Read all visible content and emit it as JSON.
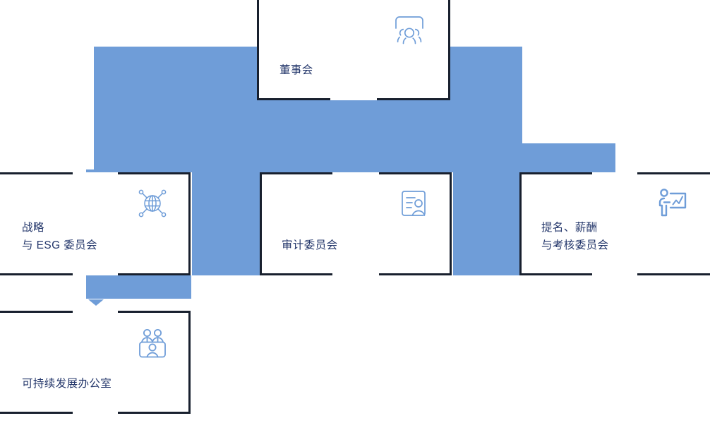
{
  "diagram": {
    "type": "org-chart",
    "title": "",
    "colors": {
      "connector": "#6f9dd8",
      "card_border": "#18202e",
      "card_background": "#ffffff",
      "label_text": "#24376b",
      "icon_stroke": "#6f9dd8",
      "page_background": "#ffffff"
    },
    "nodes": [
      {
        "id": "board",
        "label": "董事会",
        "icon": "group-people-icon",
        "level": 1
      },
      {
        "id": "strategy",
        "label": "战略\n与 ESG 委员会",
        "icon": "globe-network-icon",
        "level": 2
      },
      {
        "id": "audit",
        "label": "审计委员会",
        "icon": "document-person-icon",
        "level": 2
      },
      {
        "id": "nomination",
        "label": "提名、薪酬\n与考核委员会",
        "icon": "presenter-chart-icon",
        "level": 2
      },
      {
        "id": "sustainability",
        "label": "可持续发展办公室",
        "icon": "team-board-icon",
        "level": 3
      }
    ],
    "edges": [
      {
        "from": "board",
        "to": "strategy"
      },
      {
        "from": "board",
        "to": "audit"
      },
      {
        "from": "board",
        "to": "nomination"
      },
      {
        "from": "strategy",
        "to": "sustainability",
        "arrow": "down"
      }
    ]
  }
}
